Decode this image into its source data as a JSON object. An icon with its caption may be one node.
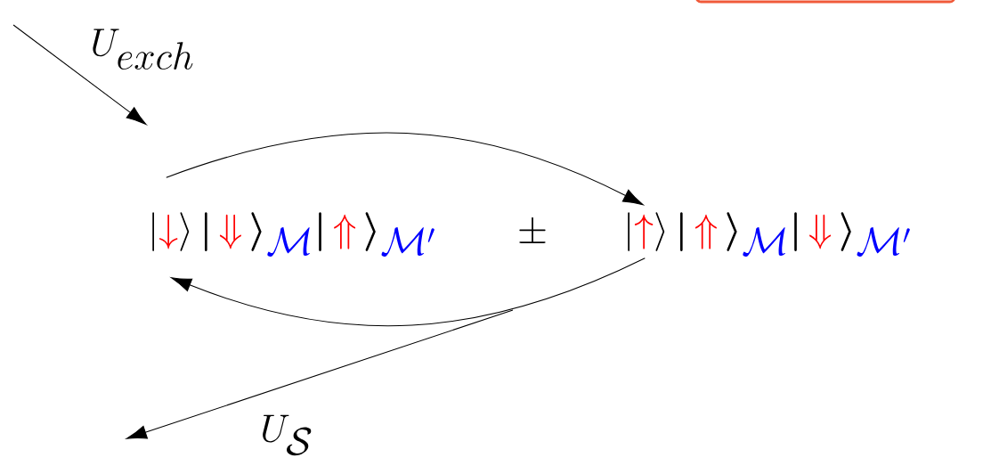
{
  "diagram": {
    "nodes": [
      {
        "text": [
          "|{\\color{red}\\downarrow}\\rangle\\,\\boldsymbol{|}\\,{\\color{red}\\Downarrow}\\,\\boldsymbol{\\rangle}_{\\color{blue}\\mathcal{M}}\\boldsymbol{|}\\,{\\color{red}\\Uparrow}\\,\\boldsymbol{\\rangle}_{\\color{blue}\\mathcal{M}'}"
        ]
      },
      {
        "text": [
          "|{\\color{red}\\uparrow}\\rangle\\,\\boldsymbol{|}\\,{\\color{red}\\Uparrow}\\,\\boldsymbol{\\rangle}_{\\color{blue}\\mathcal{M}}\\boldsymbol{|}\\,{\\color{red}\\Downarrow}\\,\\boldsymbol{\\rangle}_{\\color{blue}\\mathcal{M}'}"
        ]
      }
    ],
    "edges": [
      {
        "from": 0,
        "to": 1,
        "arrow": "to"
      },
      {
        "from": 1,
        "to": 0,
        "arrow": "to"
      }
    ],
    "labels": [
      "U_{exch}",
      "\\pm",
      "U_{\\mathcal{S}}"
    ]
  }
}
